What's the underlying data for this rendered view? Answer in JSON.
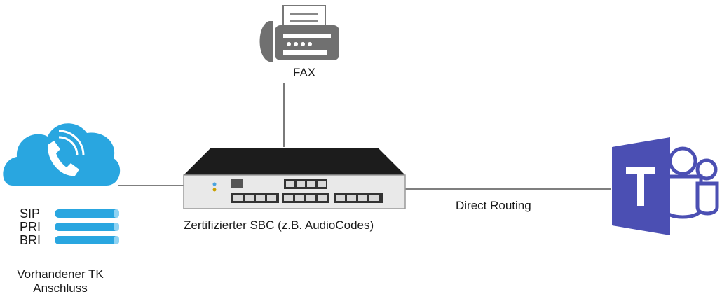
{
  "labels": {
    "fax": "FAX",
    "sbc": "Zertifizierter SBC (z.B. AudioCodes)",
    "direct_routing": "Direct Routing",
    "tk_line1": "Vorhandener TK",
    "tk_line2": "Anschluss"
  },
  "protocols": [
    "SIP",
    "PRI",
    "BRI"
  ],
  "colors": {
    "cloud": "#29a6e0",
    "teams": "#4b4fb3",
    "line": "#333333",
    "device_body": "#e9e9e9",
    "device_top": "#1a1a1a"
  },
  "icons": {
    "cloud": "phone-cloud-icon",
    "fax": "fax-icon",
    "sbc": "sbc-appliance-icon",
    "teams": "teams-logo-icon"
  }
}
